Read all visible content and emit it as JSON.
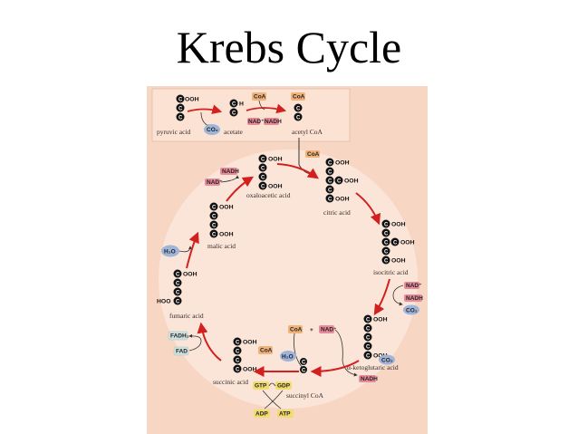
{
  "title": "Krebs Cycle",
  "colors": {
    "background_panel": "#f7d6c4",
    "circle": "#fbe5d8",
    "arrow": "#d22020",
    "carbon": "#111111",
    "nadh_box": "#e98a9a",
    "coa_box": "#f1b27a",
    "co2_oval": "#9fb4d9",
    "h2o_oval": "#9fb4d9",
    "gtp_box": "#f3dc6e",
    "fad_box": "#cfe3e0"
  },
  "carbon_symbol": "C",
  "groups": {
    "cooh": "OOH",
    "ooh": "OOH",
    "h": "H",
    "hoo": "HOO"
  },
  "compounds": {
    "pyruvic_acid": "pyruvic acid",
    "acetate": "acetate",
    "acetyl_coa": "acetyl CoA",
    "oxaloacetic_acid": "oxaloacetic acid",
    "citric_acid": "citric acid",
    "isocitric_acid": "isocitric acid",
    "ketoglutaric_acid": "α-ketoglutaric acid",
    "succinyl_coa": "succinyl CoA",
    "succinic_acid": "succinic acid",
    "fumaric_acid": "fumaric acid",
    "malic_acid": "malic acid"
  },
  "molecules": {
    "coa": "CoA",
    "nad_plus": "NAD⁺",
    "nadh": "NADH",
    "co2": "CO₂",
    "h2o": "H₂O",
    "fadh2": "FADH₂",
    "fad": "FAD",
    "gtp": "GTP",
    "gdp": "GDP",
    "adp": "ADP",
    "atp": "ATP",
    "plus": "+"
  }
}
